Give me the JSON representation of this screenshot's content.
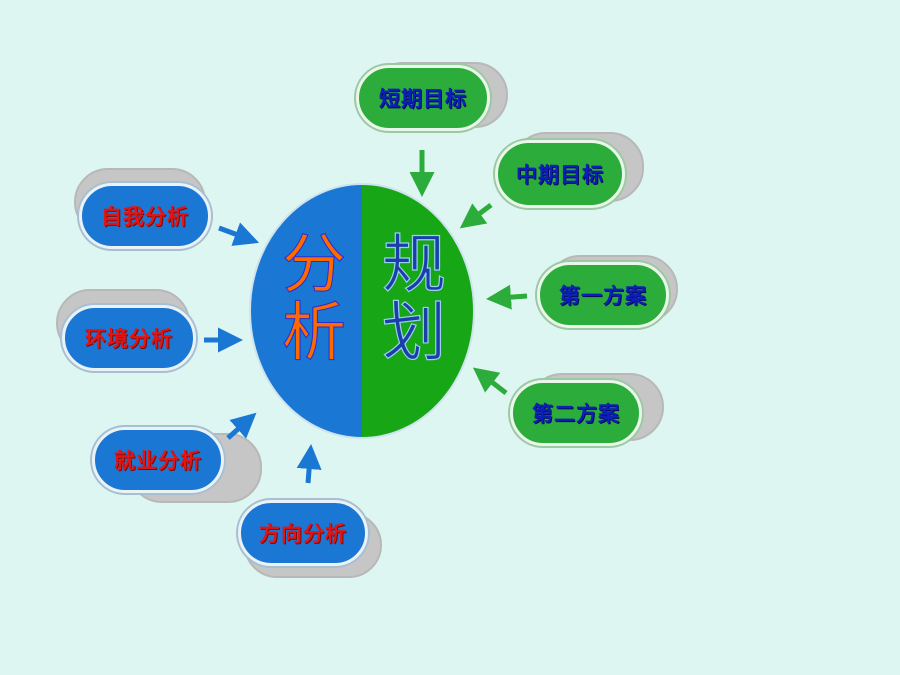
{
  "center": {
    "left_label": "分析",
    "right_label": "规划"
  },
  "analysis_nodes": [
    "自我分析",
    "环境分析",
    "就业分析",
    "方向分析"
  ],
  "planning_nodes": [
    "短期目标",
    "中期目标",
    "第一方案",
    "第二方案"
  ],
  "colors": {
    "background": "#ddf6f2",
    "analysis_fill": "#1a78d4",
    "planning_fill": "#2bac3b",
    "analysis_text": "#e21515",
    "planning_text": "#0c1fb8",
    "center_left_text": "#ff6a00",
    "center_right_text": "#1a3fa8"
  }
}
